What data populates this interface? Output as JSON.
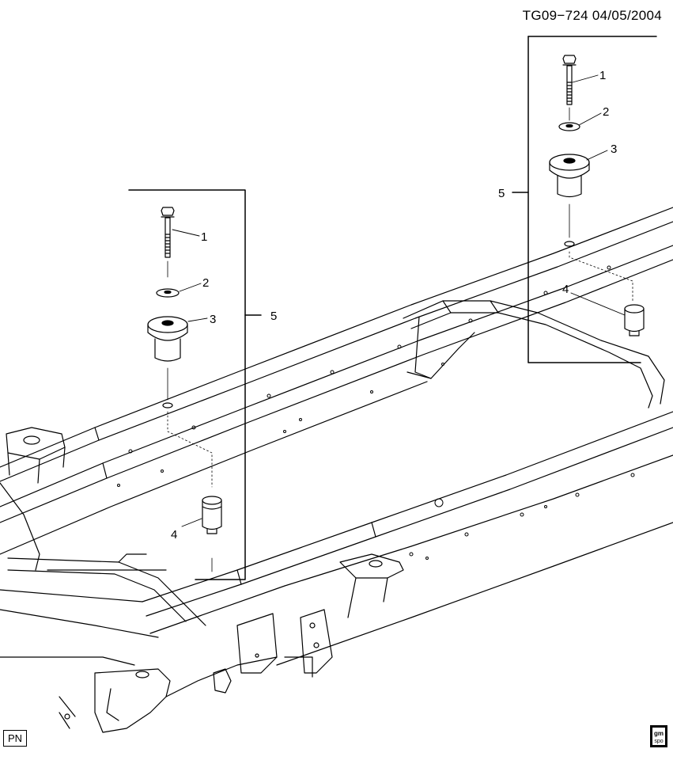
{
  "header": {
    "drawing_id": "TG09−724  04/05/2004"
  },
  "callouts": {
    "left": {
      "bolt": "1",
      "washer": "2",
      "upper_insulator": "3",
      "lower_insulator": "4",
      "assembly": "5"
    },
    "right": {
      "bolt": "1",
      "washer": "2",
      "upper_insulator": "3",
      "lower_insulator": "4",
      "assembly": "5"
    }
  },
  "footer": {
    "pn_label": "PN",
    "logo_text_top": "gm",
    "logo_text_bottom": "spo"
  },
  "icons": {
    "logo": "gm-spo-logo-icon"
  }
}
